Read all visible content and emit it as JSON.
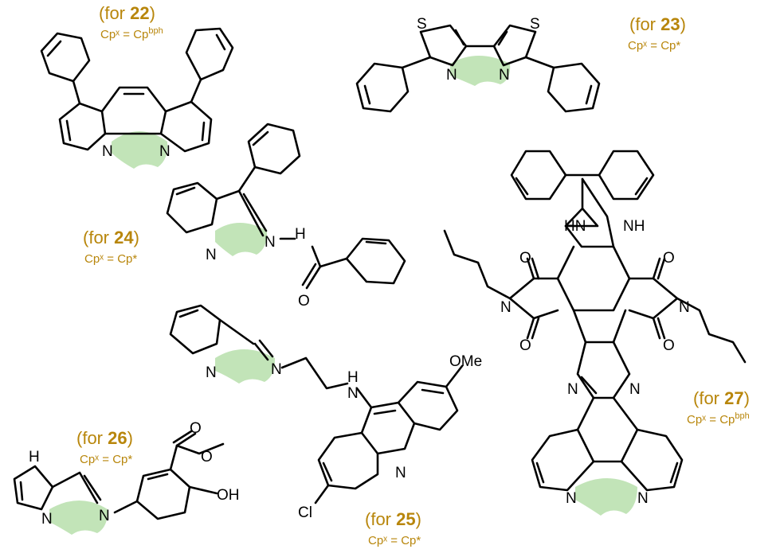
{
  "labels": {
    "c22": {
      "pre": "(for ",
      "num": "22",
      "post": ")",
      "cp": "Cpˣ = Cp",
      "sup": "bph"
    },
    "c23": {
      "pre": "(for ",
      "num": "23",
      "post": ")",
      "cp": "Cpˣ = Cp*"
    },
    "c24": {
      "pre": "(for ",
      "num": "24",
      "post": ")",
      "cp": "Cpˣ = Cp*"
    },
    "c25": {
      "pre": "(for ",
      "num": "25",
      "post": ")",
      "cp": "Cpˣ = Cp*"
    },
    "c26": {
      "pre": "(for ",
      "num": "26",
      "post": ")",
      "cp": "Cpˣ = Cp*"
    },
    "c27": {
      "pre": "(for ",
      "num": "27",
      "post": ")",
      "cp": "Cpˣ = Cp",
      "sup": "bph"
    }
  },
  "atoms": {
    "N": "N",
    "S": "S",
    "NH": "NH",
    "HN": "HN",
    "H": "H",
    "O": "O",
    "OH": "OH",
    "OMe": "OMe",
    "Cl": "Cl"
  },
  "colors": {
    "annotation": "#b8860b",
    "pocket": "#bfe3b4",
    "bond": "#000000"
  }
}
